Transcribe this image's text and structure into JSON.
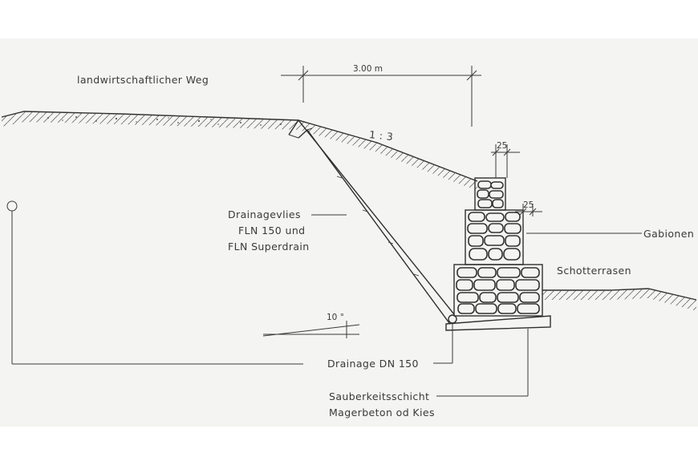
{
  "labels": {
    "road": "landwirtschaftlicher Weg",
    "width_dim": "3.00 m",
    "slope_ratio": "1 : 3",
    "gabion_step_top": "25",
    "gabion_step_mid": "25",
    "fleece_line1": "Drainagevlies",
    "fleece_line2": "FLN 150 und",
    "fleece_line3": "FLN Superdrain",
    "gabions": "Gabionen",
    "gravel_lawn": "Schotterrasen",
    "angle": "10 °",
    "drainage": "Drainage DN 150",
    "base_line1": "Sauberkeitsschicht",
    "base_line2": "Magerbeton od Kies"
  },
  "colors": {
    "line": "#3a3a3a",
    "sheet": "#f4f4f2"
  }
}
